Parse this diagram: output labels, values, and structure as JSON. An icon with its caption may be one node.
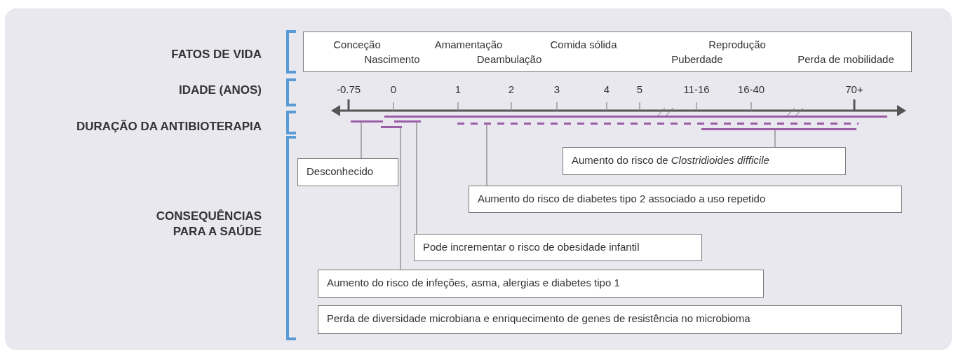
{
  "diagram": {
    "nodes": [
      {
        "text": [
          "Conceção",
          "Nascimento",
          "Amamentação",
          "Deambulação",
          "Comida sólida",
          "Puberdade",
          "Reprodução",
          "Perda de mobilidade"
        ]
      },
      {
        "text": [],
        "shape": "bar"
      },
      {
        "text": [],
        "shape": "bar"
      },
      {
        "text": [],
        "shape": "bar"
      },
      {
        "text": [],
        "shape": "bar"
      },
      {
        "text": [],
        "shape": "bar"
      },
      {
        "text": [
          "Aumento do risco de *Clostridioides difficile*"
        ]
      },
      {
        "text": [
          "Desconhecido"
        ]
      },
      {
        "text": [
          "Aumento do risco de diabetes tipo 2 associado a uso repetido"
        ]
      },
      {
        "text": [
          "Pode incrementar o risco de obesidade infantil"
        ]
      },
      {
        "text": [
          "Aumento do risco de infeções, asma, alergias e diabetes tipo 1"
        ]
      },
      {
        "text": [
          "Perda de diversidade microbiana e enriquecimento de genes de resistência no microbioma"
        ]
      }
    ],
    "edges": [
      {
        "from": 7,
        "to": 1,
        "arrow": "none"
      },
      {
        "from": 10,
        "to": 2,
        "arrow": "none"
      },
      {
        "from": 9,
        "to": 3,
        "arrow": "none"
      },
      {
        "from": 8,
        "to": 4,
        "arrow": "none"
      },
      {
        "from": 6,
        "to": 5,
        "arrow": "none"
      }
    ],
    "labels": [
      "FATOS DE VIDA",
      "IDADE (ANOS)",
      "-0.75",
      "0",
      "1",
      "2",
      "3",
      "4",
      "5",
      "11-16",
      "16-40",
      "70+",
      "DURAÇÃO DA ANTIBIOTERAPIA",
      "CONSEQUÊNCIAS PARA A SAÚDE"
    ]
  }
}
